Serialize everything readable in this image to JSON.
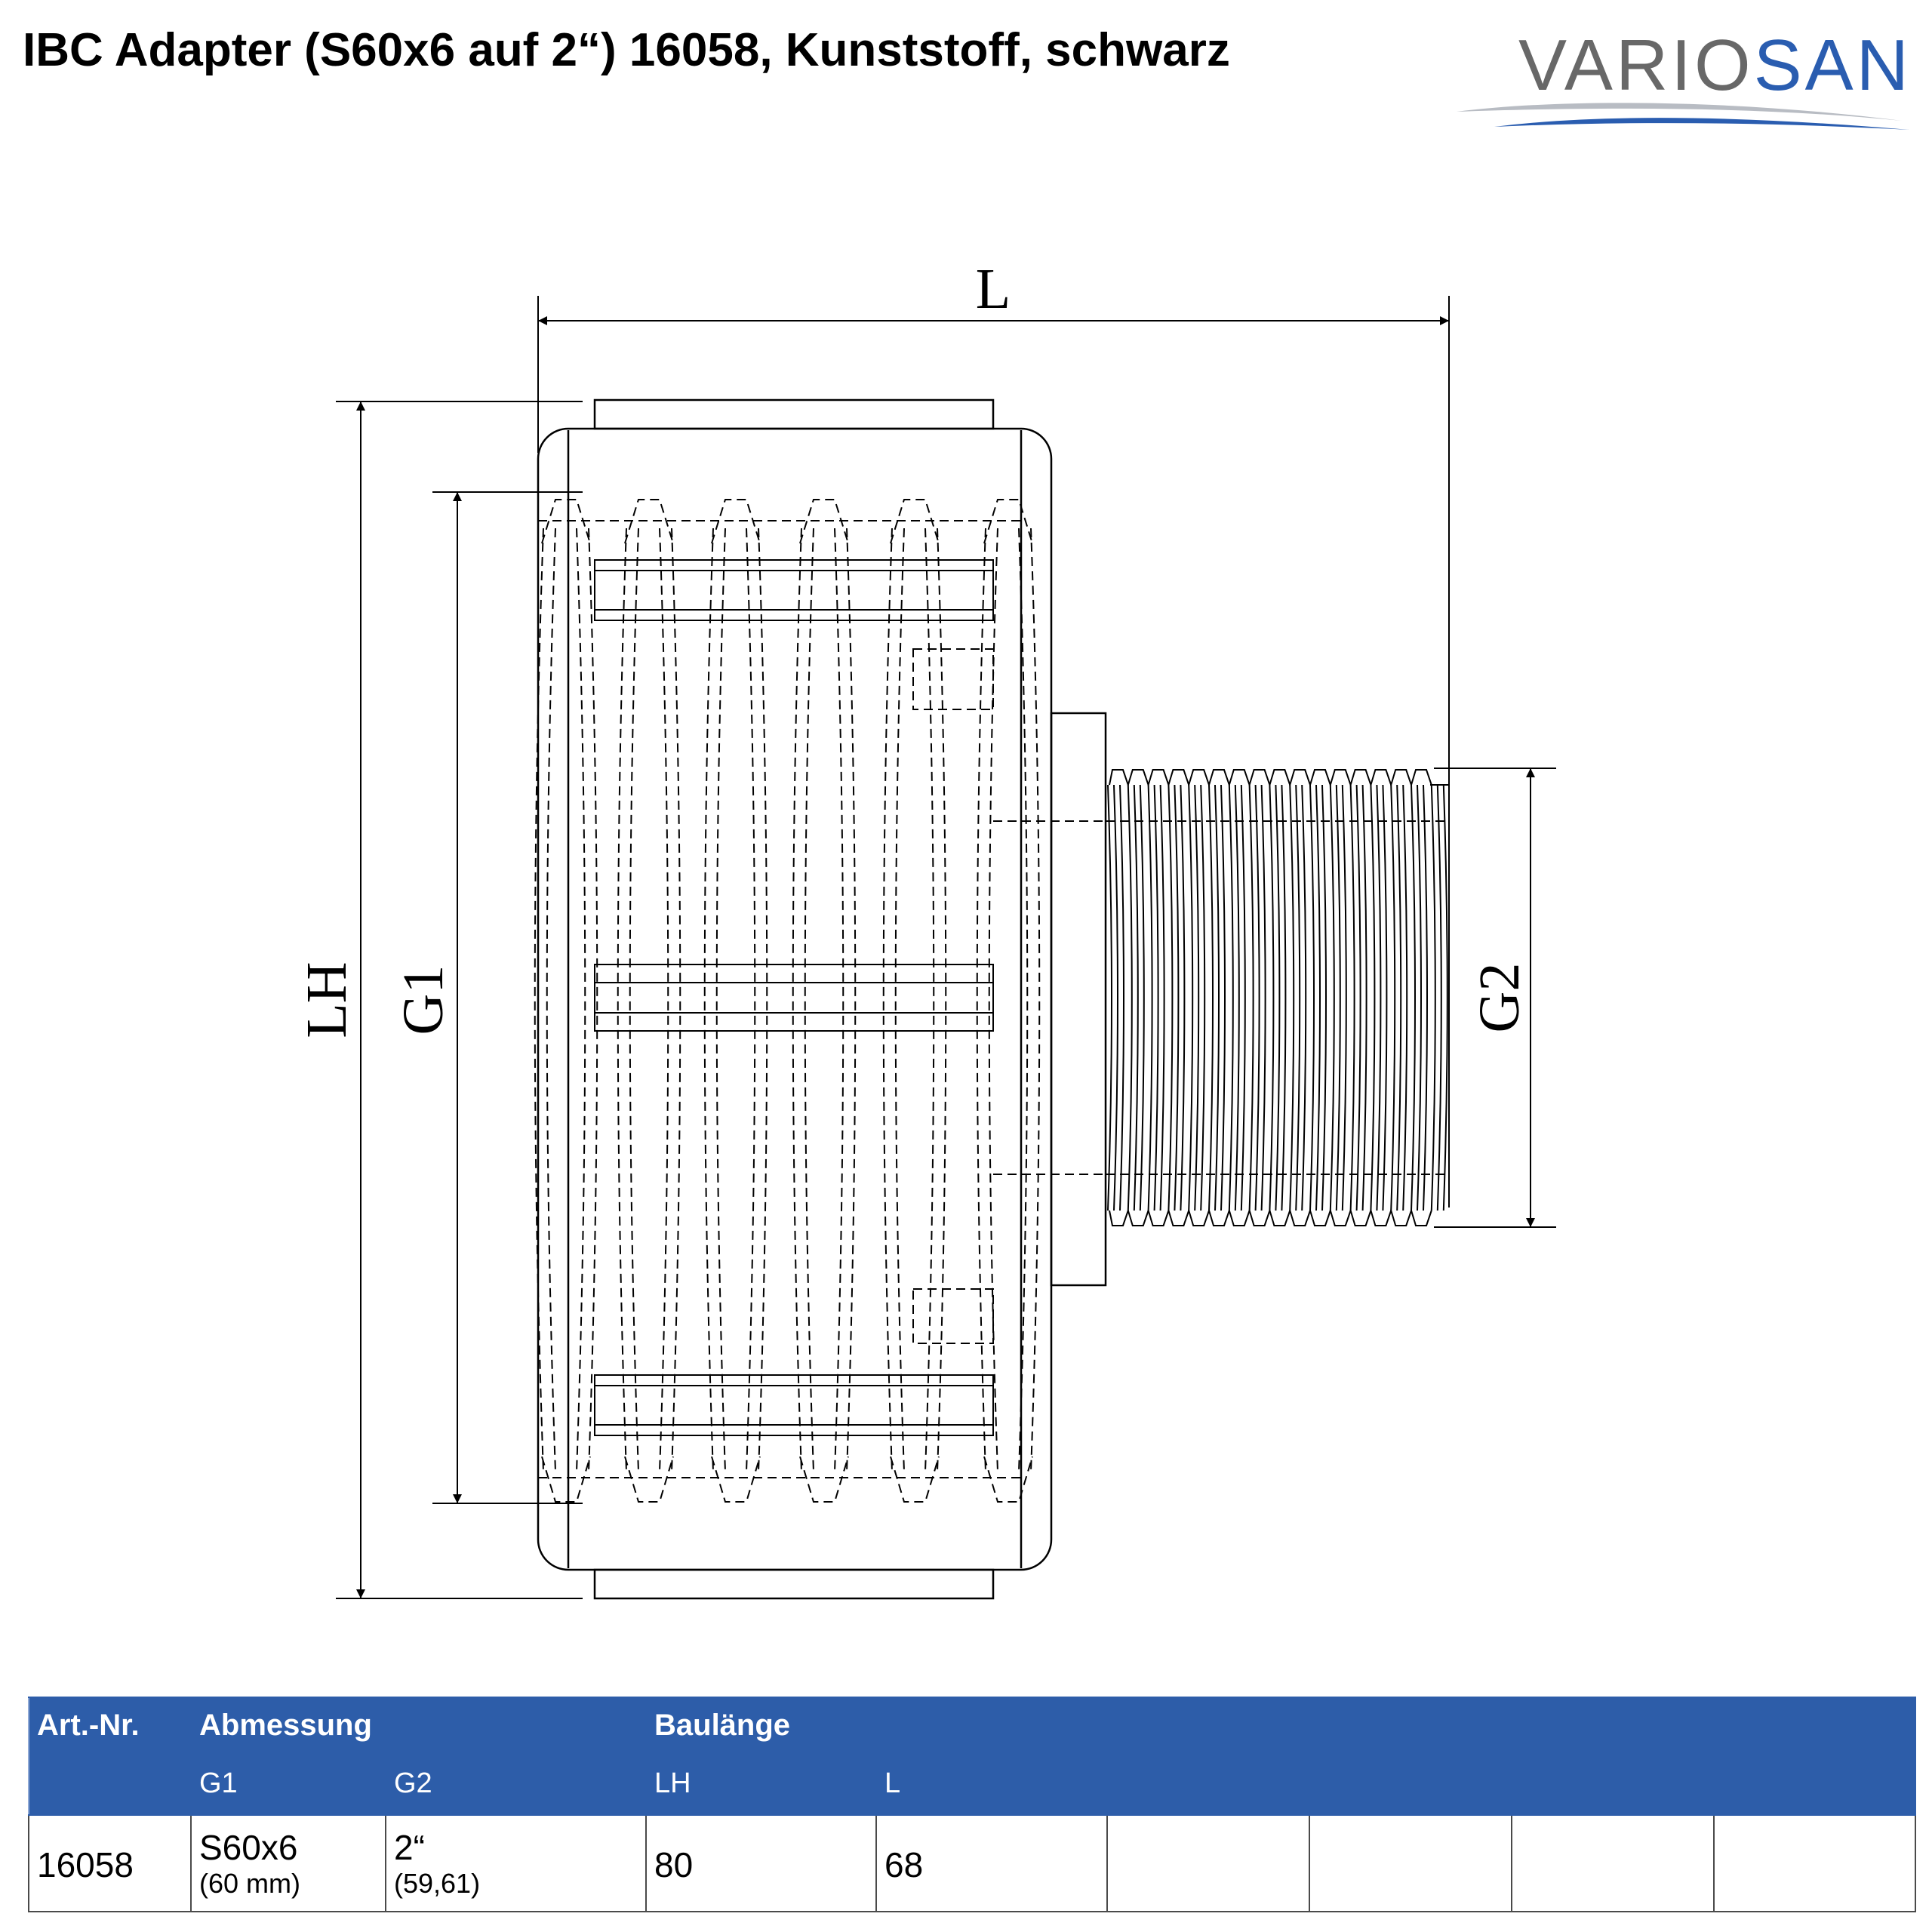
{
  "header": {
    "title": "IBC Adapter (S60x6 auf 2“) 16058, Kunststoff, schwarz"
  },
  "logo": {
    "text_part1": "VARIO",
    "text_part2": "SAN",
    "color_gray": "#686868",
    "color_blue": "#2a5db0"
  },
  "drawing": {
    "dim_labels": {
      "L": "L",
      "LH": "LH",
      "G1": "G1",
      "G2": "G2"
    }
  },
  "table": {
    "header_row1": {
      "art_nr": "Art.-Nr.",
      "abmessung": "Abmessung",
      "baulaenge": "Baulänge"
    },
    "header_row2": {
      "g1": "G1",
      "g2": "G2",
      "lh": "LH",
      "l": "L"
    },
    "rows": [
      {
        "art_nr": "16058",
        "g1_main": "S60x6",
        "g1_sub": "(60 mm)",
        "g2_main": "2“",
        "g2_sub": "(59,61)",
        "lh": "80",
        "l": "68"
      }
    ],
    "header_color": "#2d5da9"
  }
}
